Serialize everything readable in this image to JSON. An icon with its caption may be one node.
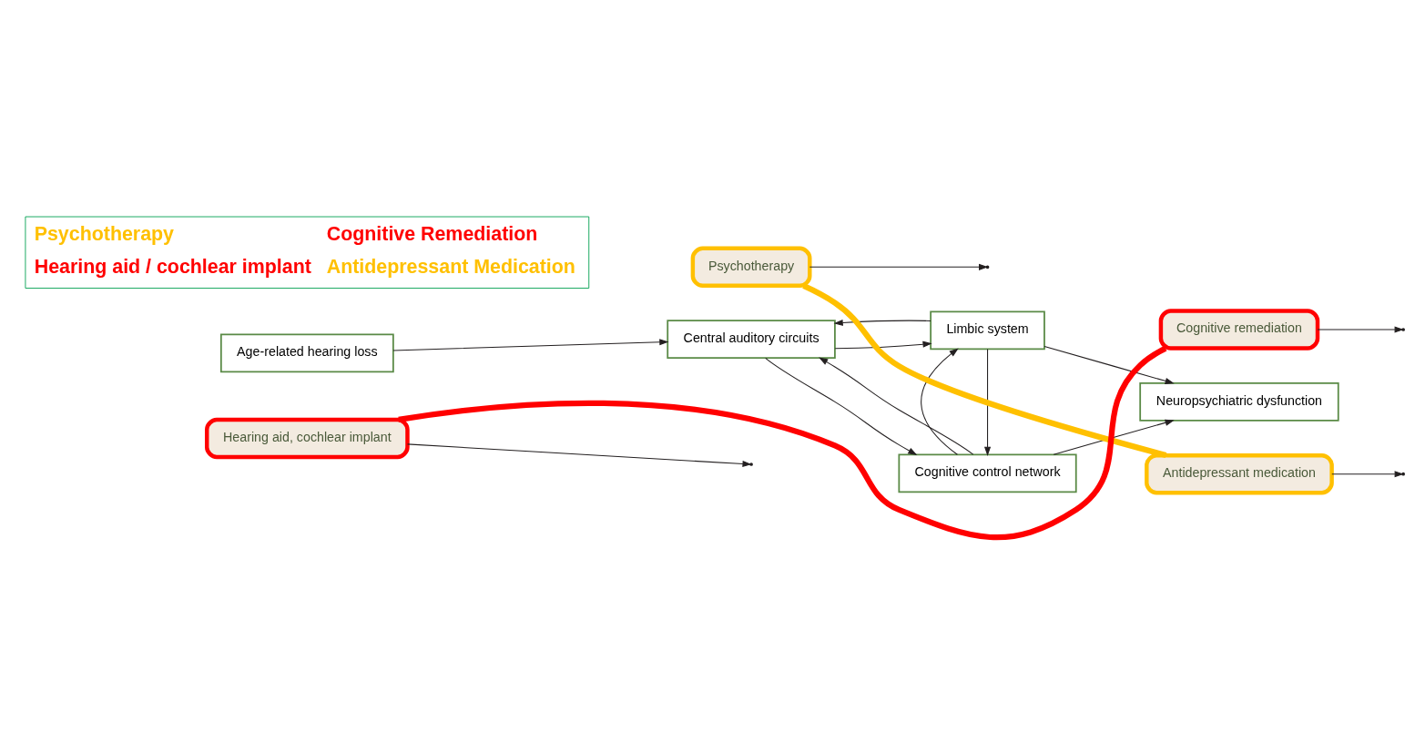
{
  "diagram": {
    "nodes": [
      {
        "text": [
          "Age-related hearing loss"
        ]
      },
      {
        "text": [
          "Central auditory circuits"
        ]
      },
      {
        "text": [
          "Cognitive control network"
        ]
      },
      {
        "text": [
          "Limbic system"
        ]
      },
      {
        "text": [
          "Neuropsychiatric dysfunction"
        ]
      },
      {
        "text": [
          "Psychotherapy"
        ]
      },
      {
        "text": [
          "Cognitive remediation"
        ]
      },
      {
        "text": [
          "Hearing aid, cochlear implant"
        ]
      },
      {
        "text": [
          "Antidepressant medication"
        ]
      }
    ],
    "edges": [
      {
        "from": 0,
        "to": 1,
        "arrow": "to"
      },
      {
        "from": 7,
        "to": null,
        "arrow": "to"
      },
      {
        "from": 1,
        "to": 2,
        "arrow": "to"
      },
      {
        "from": 2,
        "to": 1,
        "arrow": "to"
      },
      {
        "from": 1,
        "to": 3,
        "arrow": "to"
      },
      {
        "from": 3,
        "to": 1,
        "arrow": "to"
      },
      {
        "from": 3,
        "to": 2,
        "arrow": "to"
      },
      {
        "from": 2,
        "to": 3,
        "arrow": "to"
      },
      {
        "from": 2,
        "to": 4,
        "arrow": "to"
      },
      {
        "from": 3,
        "to": 4,
        "arrow": "to"
      },
      {
        "from": 5,
        "to": null,
        "arrow": "to"
      },
      {
        "from": 6,
        "to": null,
        "arrow": "to"
      },
      {
        "from": 8,
        "to": null,
        "arrow": "to"
      },
      {
        "from": 5,
        "to": 8,
        "arrow": "none",
        "style": "thick",
        "color": "#ffc000"
      },
      {
        "from": 7,
        "to": 6,
        "arrow": "none",
        "style": "thick",
        "color": "#ff0000"
      }
    ],
    "legend": [
      {
        "text": "Psychotherapy",
        "color": "#ffc000"
      },
      {
        "text": "Cognitive Remediation",
        "color": "#ff0000"
      },
      {
        "text": "Hearing aid / cochlear implant",
        "color": "#ff0000"
      },
      {
        "text": "Antidepressant Medication",
        "color": "#ffc000"
      }
    ]
  }
}
